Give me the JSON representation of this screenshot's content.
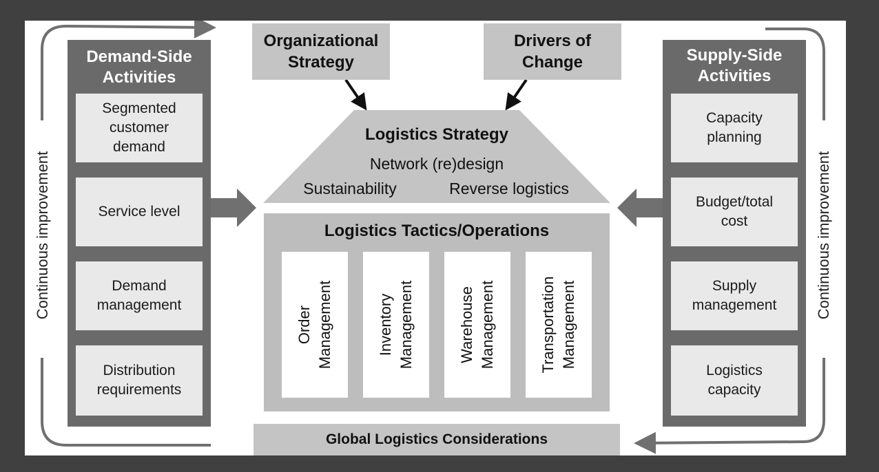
{
  "demand_side": {
    "title": "Demand-Side\nActivities",
    "items": [
      {
        "label": "Segmented\ncustomer\ndemand"
      },
      {
        "label": "Service level"
      },
      {
        "label": "Demand\nmanagement"
      },
      {
        "label": "Distribution\nrequirements"
      }
    ]
  },
  "supply_side": {
    "title": "Supply-Side\nActivities",
    "items": [
      {
        "label": "Capacity\nplanning"
      },
      {
        "label": "Budget/total\ncost"
      },
      {
        "label": "Supply\nmanagement"
      },
      {
        "label": "Logistics\ncapacity"
      }
    ]
  },
  "top_boxes": {
    "organizational_strategy": "Organizational\nStrategy",
    "drivers_of_change": "Drivers of\nChange"
  },
  "logistics_strategy": {
    "title": "Logistics Strategy",
    "line1": "Network (re)design",
    "left": "Sustainability",
    "right": "Reverse logistics"
  },
  "tactics": {
    "title": "Logistics Tactics/Operations",
    "items": [
      {
        "label": "Order\nManagement"
      },
      {
        "label": "Inventory\nManagement"
      },
      {
        "label": "Warehouse\nManagement"
      },
      {
        "label": "Transportation\nManagement"
      }
    ]
  },
  "loop_label_left": "Continuous improvement",
  "loop_label_right": "Continuous improvement",
  "global": "Global Logistics Considerations",
  "colors": {
    "background": "#404040",
    "canvas": "#ffffff",
    "column": "#6a6a6a",
    "activity_box": "#e9e9e9",
    "light_box": "#c4c4c4",
    "arrow": "#707070",
    "strategy_shape": "#c4c4c4",
    "tactics_panel": "#bdbdbd"
  }
}
